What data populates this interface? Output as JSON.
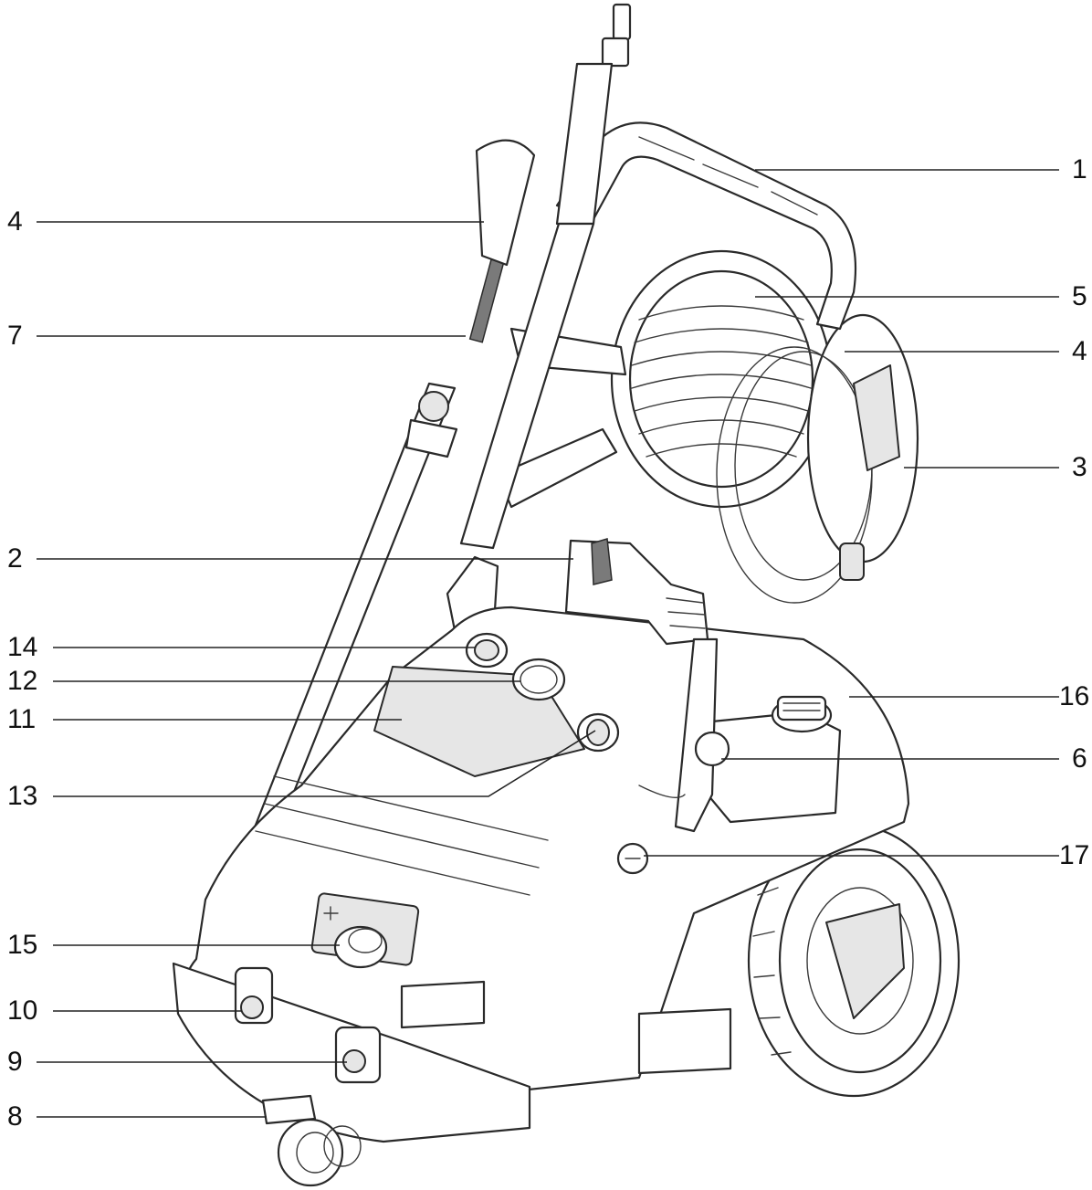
{
  "callouts": {
    "c1": "1",
    "c2": "2",
    "c3": "3",
    "c4a": "4",
    "c4b": "4",
    "c5": "5",
    "c6": "6",
    "c7": "7",
    "c8": "8",
    "c9": "9",
    "c10": "10",
    "c11": "11",
    "c12": "12",
    "c13": "13",
    "c14": "14",
    "c15": "15",
    "c16": "16",
    "c17": "17"
  }
}
